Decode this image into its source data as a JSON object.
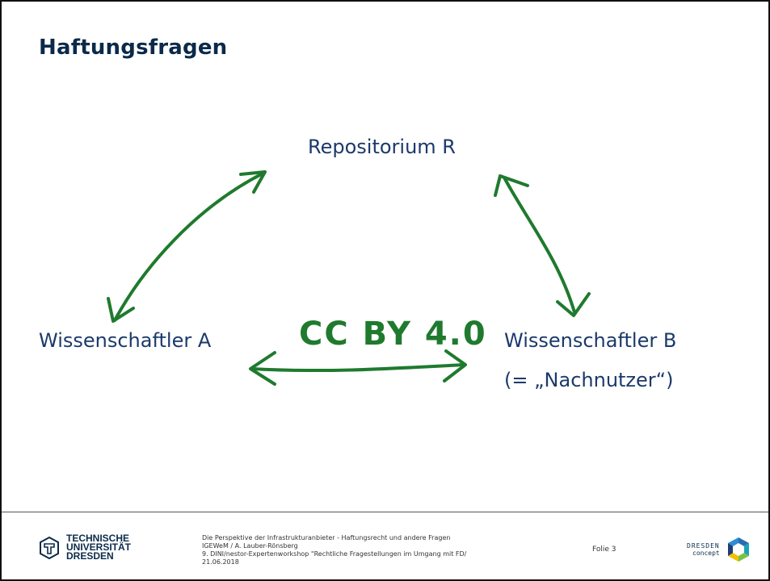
{
  "slide": {
    "title": "Haftungsfragen",
    "nodes": {
      "repository": "Repositorium R",
      "scientist_a": "Wissenschaftler A",
      "scientist_b": "Wissenschaftler B",
      "scientist_b_note": "(= „Nachnutzer“)"
    },
    "annotation": "CC BY 4.0",
    "ink_color": "#1f7a2e"
  },
  "footer": {
    "university_logo_lines": [
      "TECHNISCHE",
      "UNIVERSITÄT",
      "DRESDEN"
    ],
    "info_lines": [
      "Die Perspektive der Infrastrukturanbieter - Haftungsrecht und andere Fragen",
      "IGEWeM / A. Lauber-Rönsberg",
      "9. DINI/nestor-Expertenworkshop \"Rechtliche Fragestellungen im Umgang mit FD/",
      "21.06.2018"
    ],
    "slide_number": "Folie 3",
    "partner_logo_lines": [
      "DRESDEN",
      "concept"
    ]
  }
}
